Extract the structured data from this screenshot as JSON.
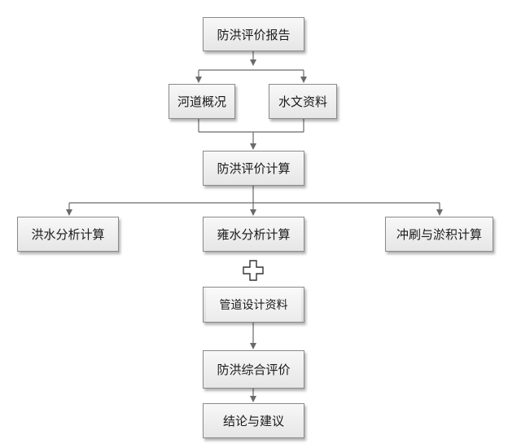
{
  "diagram": {
    "nodes": {
      "report": "防洪评价报告",
      "river": "河道概况",
      "hydro": "水文资料",
      "calc": "防洪评价计算",
      "flood": "洪水分析计算",
      "backwater": "雍水分析计算",
      "scour": "冲刷与淤积计算",
      "pipe": "管道设计资料",
      "overall": "防洪综合评价",
      "conclusion": "结论与建议"
    }
  },
  "colors": {
    "line": "#6a6a6a",
    "node_border": "#8a8a8a",
    "node_fill": "#ececec"
  },
  "icons": {
    "cursor": "crosshair-move-cursor-icon"
  }
}
